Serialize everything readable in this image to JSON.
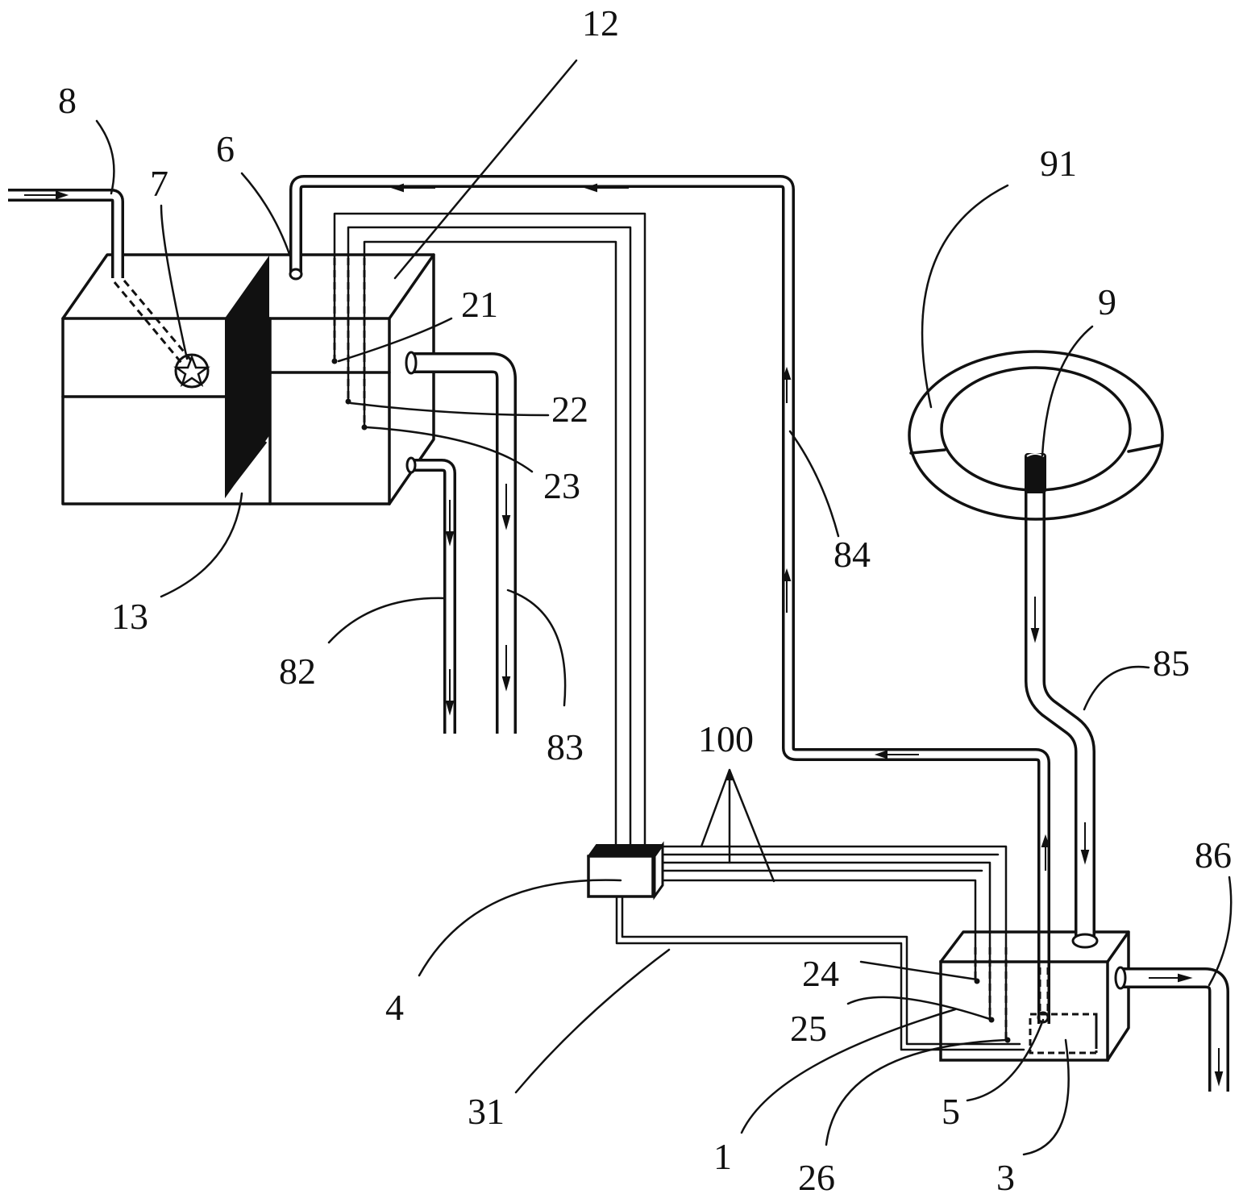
{
  "labels": {
    "l1": "1",
    "l3": "3",
    "l4": "4",
    "l5": "5",
    "l6": "6",
    "l7": "7",
    "l8": "8",
    "l9": "9",
    "l12": "12",
    "l13": "13",
    "l21": "21",
    "l22": "22",
    "l23": "23",
    "l24": "24",
    "l25": "25",
    "l26": "26",
    "l31": "31",
    "l82": "82",
    "l83": "83",
    "l84": "84",
    "l85": "85",
    "l86": "86",
    "l91": "91",
    "l100": "100"
  }
}
